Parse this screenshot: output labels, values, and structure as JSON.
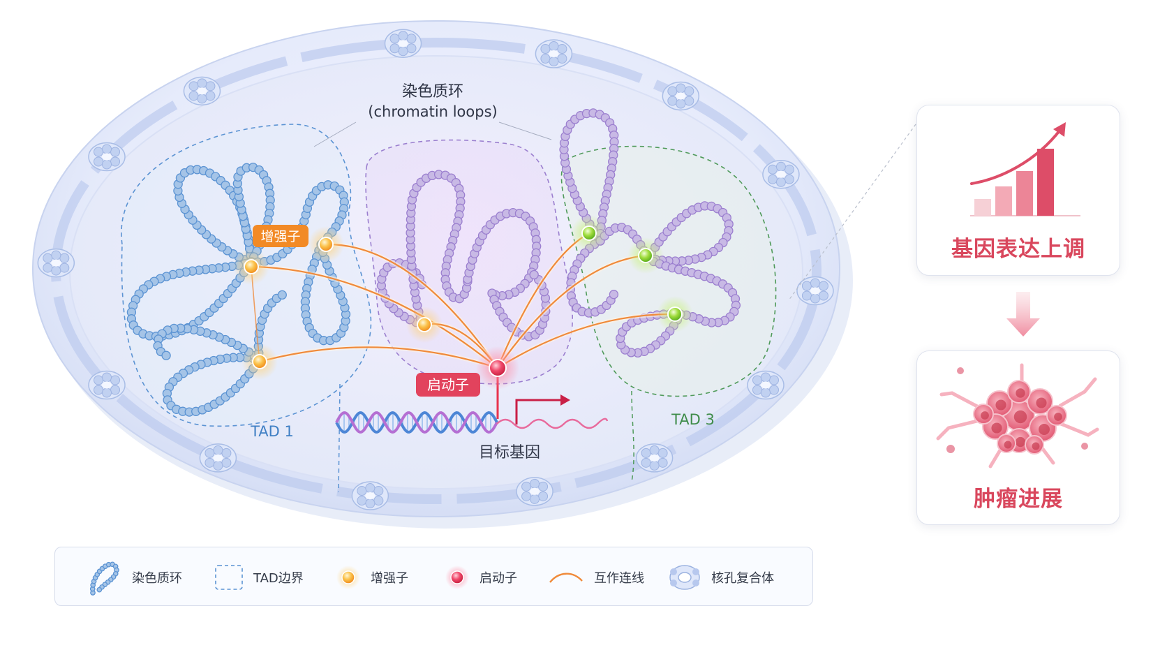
{
  "labels": {
    "loop_title_cn": "染色质环",
    "loop_title_en": "(chromatin loops)",
    "enhancer_tag": "增强子",
    "promoter_tag": "启动子",
    "tad1": "TAD 1",
    "tad3": "TAD 3",
    "target_gene": "目标基因"
  },
  "legend": [
    {
      "icon": "chromatin-loop-icon",
      "label": "染色质环"
    },
    {
      "icon": "tad-boundary-icon",
      "label": "TAD边界"
    },
    {
      "icon": "enhancer-icon",
      "label": "增强子"
    },
    {
      "icon": "promoter-icon",
      "label": "启动子"
    },
    {
      "icon": "interaction-line-icon",
      "label": "互作连线"
    },
    {
      "icon": "nuclear-pore-icon",
      "label": "核孔复合体"
    }
  ],
  "cards": {
    "upregulation": {
      "title": "基因表达上调",
      "icon": "bar-chart-up-icon"
    },
    "tumor": {
      "title": "肿瘤进展",
      "icon": "tumor-cells-icon"
    }
  },
  "colors": {
    "tad1": "#5b93d3",
    "tad2": "#9b7fcf",
    "tad3": "#4f9a5a",
    "enhancer": "#f5a623",
    "promoter": "#e8334f",
    "interaction": "#f08a3a",
    "accent": "#d9475d"
  }
}
